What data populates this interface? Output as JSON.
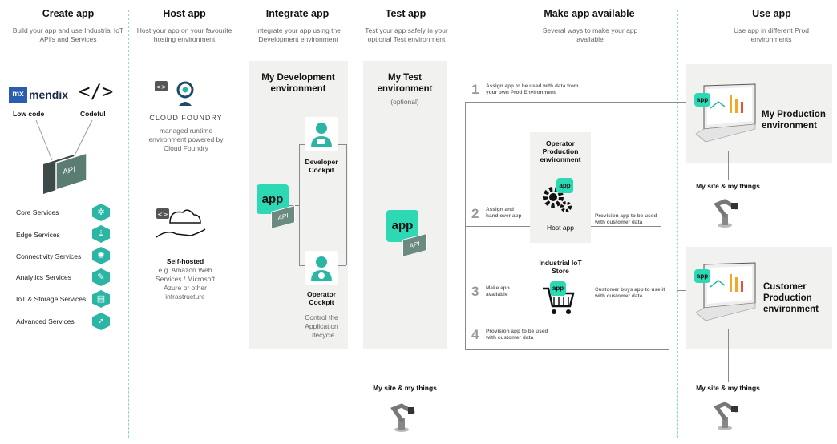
{
  "columns": [
    {
      "title": "Create app",
      "subtitle": "Build your app and use Industrial IoT API's and Services"
    },
    {
      "title": "Host app",
      "subtitle": "Host your app on your favourite hosting environment"
    },
    {
      "title": "Integrate app",
      "subtitle": "Integrate your app using the Development environment"
    },
    {
      "title": "Test app",
      "subtitle": "Test your app safely in your optional Test environment"
    },
    {
      "title": "Make app available",
      "subtitle": "Several ways to make your app available"
    },
    {
      "title": "Use app",
      "subtitle": "Use app in different Prod environments"
    }
  ],
  "create": {
    "mendix_label": "mendix",
    "mx_badge": "mx",
    "lowcode_label": "Low code",
    "codeful_label": "Codeful",
    "code_glyph": "</>",
    "api_label": "API",
    "services": [
      {
        "label": "Core Services",
        "icon": "core-services-icon",
        "glyph": "✲"
      },
      {
        "label": "Edge Services",
        "icon": "edge-services-icon",
        "glyph": "⇣"
      },
      {
        "label": "Connectivity Services",
        "icon": "connectivity-services-icon",
        "glyph": "✺"
      },
      {
        "label": "Analytics Services",
        "icon": "analytics-services-icon",
        "glyph": "✎"
      },
      {
        "label": "IoT & Storage Services",
        "icon": "storage-services-icon",
        "glyph": "▤"
      },
      {
        "label": "Advanced Services",
        "icon": "advanced-services-icon",
        "glyph": "➚"
      }
    ]
  },
  "host": {
    "cf_title": "CLOUD FOUNDRY",
    "cf_desc": "managed runtime environment powered by Cloud Foundry",
    "self_title": "Self-hosted",
    "self_desc": "e.g. Amazon Web Services / Microsoft Azure or other infrastructure"
  },
  "integrate": {
    "panel_title": "My Development environment",
    "dev_cockpit": "Developer Cockpit",
    "op_cockpit": "Operator Cockpit",
    "op_desc": "Control the Application Lifecycle",
    "app_label": "app",
    "api_label": "API"
  },
  "test": {
    "panel_title": "My Test environment",
    "optional": "(optional)",
    "app_label": "app",
    "api_label": "API",
    "site_label": "My site & my things"
  },
  "available": {
    "steps": [
      {
        "num": "1",
        "text": "Assign app to be used with data from your own Prod Environment"
      },
      {
        "num": "2",
        "text": "Assign and hand over app"
      },
      {
        "num": "3",
        "text": "Make app available"
      },
      {
        "num": "4",
        "text": "Provision app to be used with customer data"
      }
    ],
    "op_prod_title": "Operator Production environment",
    "host_app": "Host app",
    "provision_text": "Provision app to be used with customer data",
    "store_title": "Industrial IoT Store",
    "buys_text": "Customer buys app to use it with customer data",
    "app_label": "app"
  },
  "use": {
    "prod_title": "My Production environment",
    "cust_title": "Customer Production environment",
    "site_label_1": "My site & my things",
    "site_label_2": "My site & my things",
    "app_label": "app"
  }
}
